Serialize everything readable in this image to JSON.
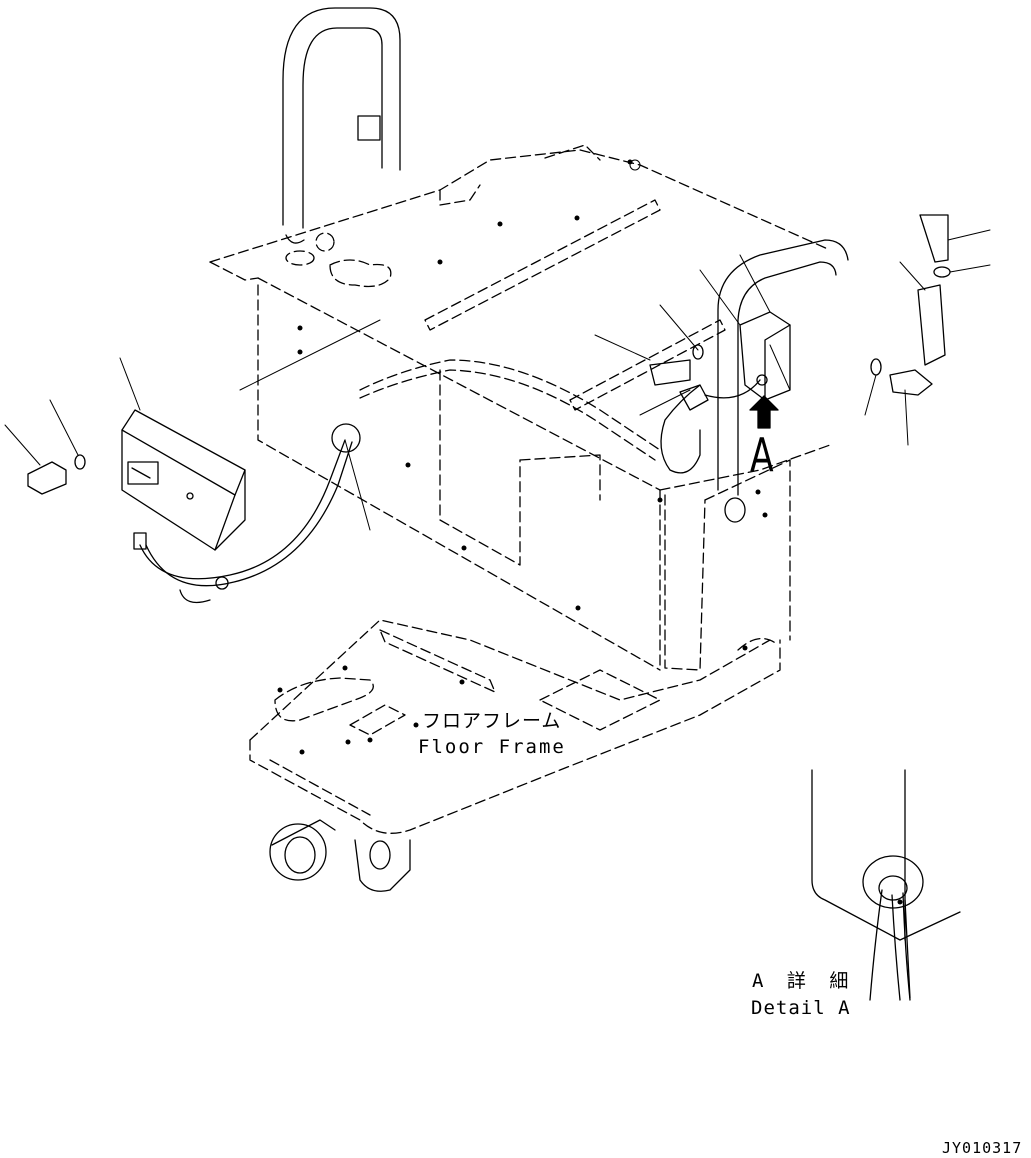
{
  "labels": {
    "floor_frame_jp": "フロアフレーム",
    "floor_frame_en": "Floor Frame",
    "view_marker": "A",
    "detail_jp": "A 詳 細",
    "detail_en": "Detail A",
    "drawing_number": "JY010317"
  },
  "colors": {
    "line": "#000000",
    "background": "#ffffff"
  }
}
